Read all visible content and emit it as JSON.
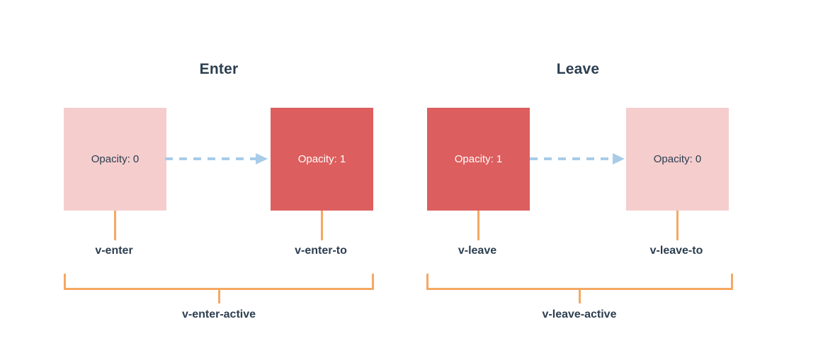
{
  "diagram": {
    "title_enter": "Enter",
    "title_leave": "Leave",
    "colors": {
      "box_light": "#f5cdcd",
      "box_dark": "#dd5e5e",
      "connector": "#f5a862",
      "arrow": "#a8cce8",
      "text": "#2c3e50",
      "background": "#ffffff"
    },
    "groups": [
      {
        "title": "Enter",
        "active_label": "v-enter-active",
        "boxes": [
          {
            "value_text": "Opacity: 0",
            "opacity": 0,
            "state": "light",
            "class_label": "v-enter"
          },
          {
            "value_text": "Opacity: 1",
            "opacity": 1,
            "state": "dark",
            "class_label": "v-enter-to"
          }
        ]
      },
      {
        "title": "Leave",
        "active_label": "v-leave-active",
        "boxes": [
          {
            "value_text": "Opacity: 1",
            "opacity": 1,
            "state": "dark",
            "class_label": "v-leave"
          },
          {
            "value_text": "Opacity: 0",
            "opacity": 0,
            "state": "light",
            "class_label": "v-leave-to"
          }
        ]
      }
    ]
  }
}
